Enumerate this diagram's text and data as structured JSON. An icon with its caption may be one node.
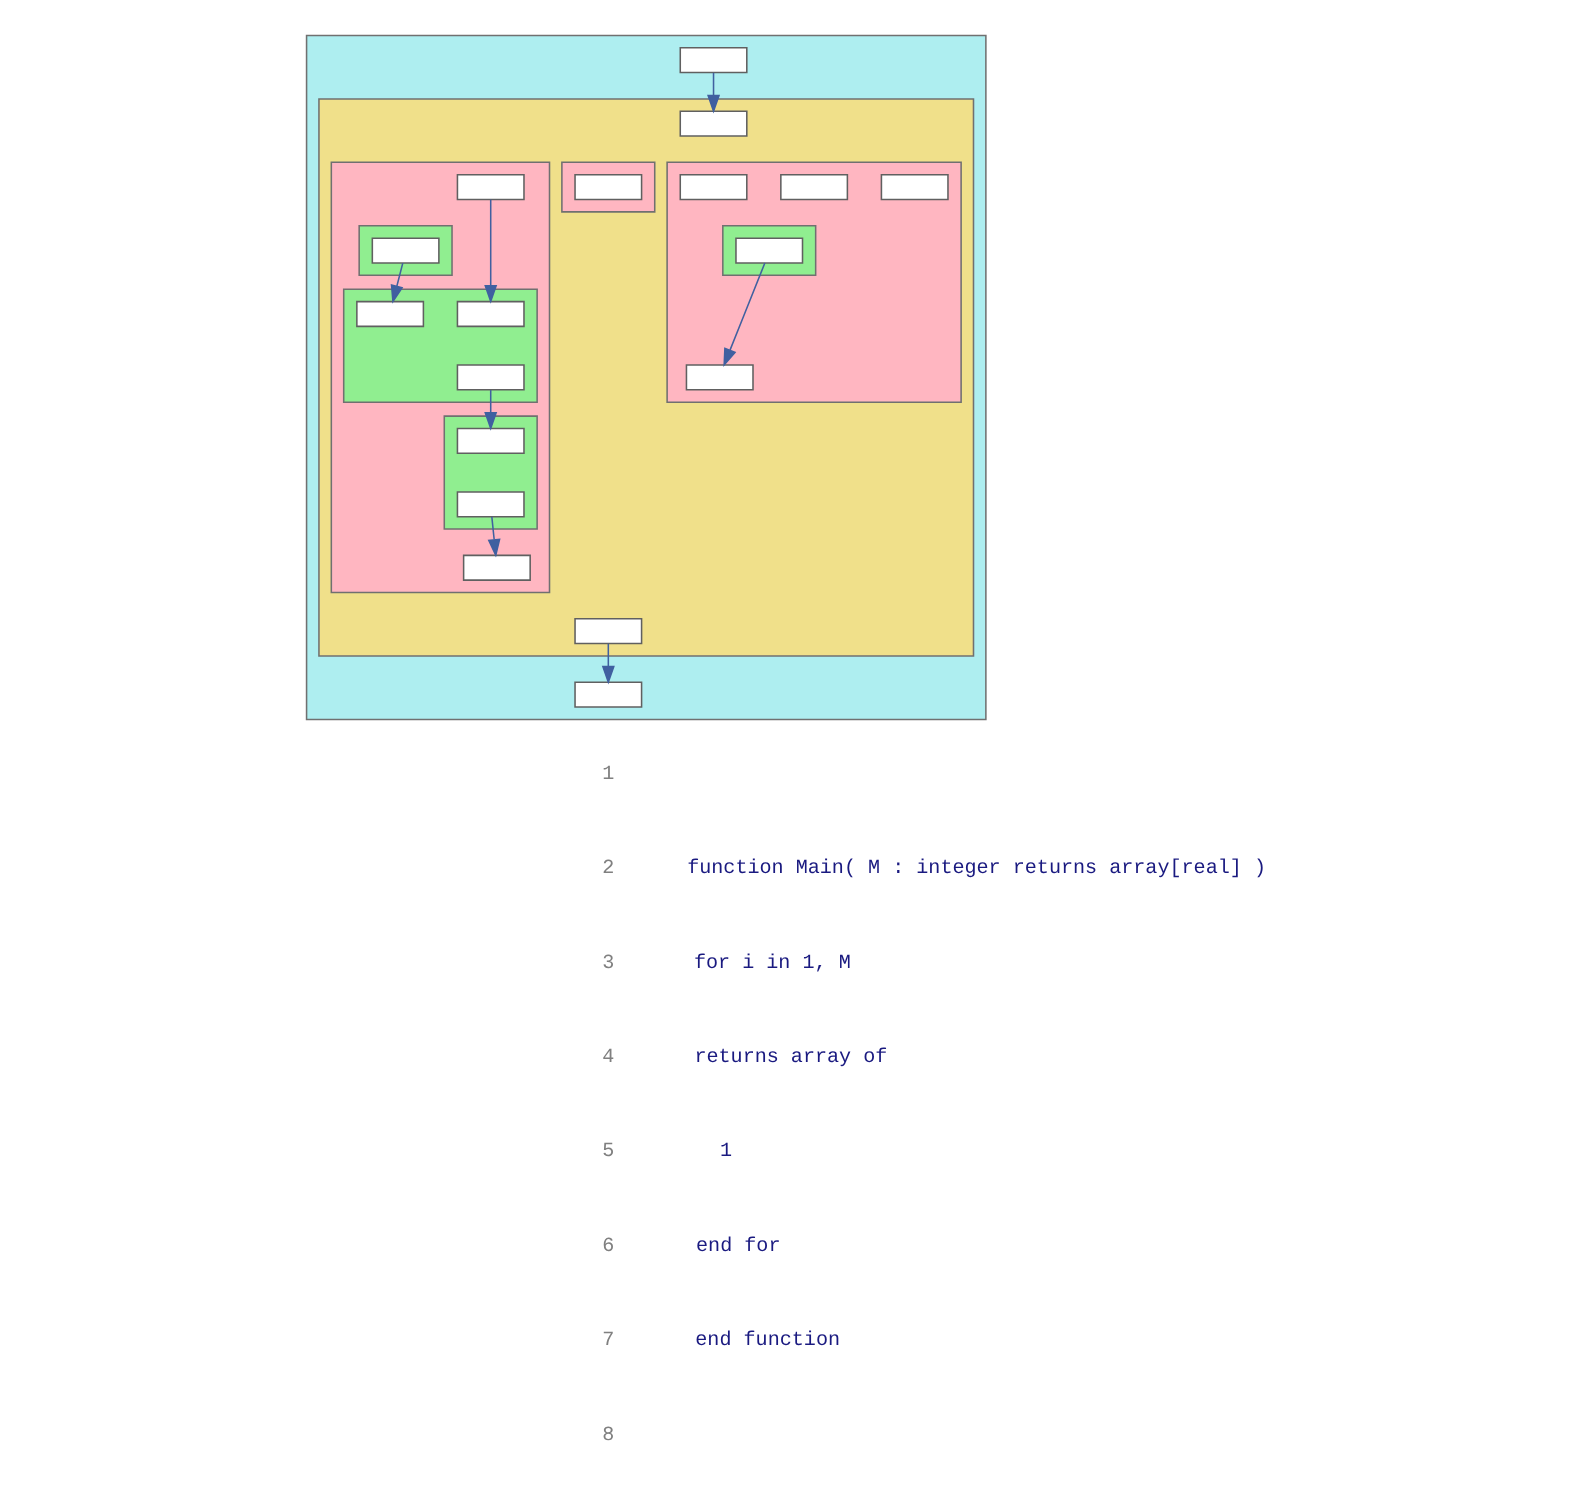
{
  "diagram": {
    "nodes": [
      {
        "text": [],
        "shape": "box"
      },
      {
        "text": [],
        "shape": "box",
        "in": 0
      },
      {
        "text": [],
        "shape": "box",
        "in": 0
      },
      {
        "text": [],
        "shape": "box",
        "in": 2
      },
      {
        "text": [],
        "shape": "box",
        "in": 2
      },
      {
        "text": [],
        "shape": "box",
        "in": 4
      },
      {
        "text": [],
        "shape": "box",
        "in": 4
      },
      {
        "text": [],
        "shape": "box",
        "in": 6
      },
      {
        "text": [],
        "shape": "box",
        "in": 4
      },
      {
        "text": [],
        "shape": "box",
        "in": 8
      },
      {
        "text": [],
        "shape": "box",
        "in": 8
      },
      {
        "text": [],
        "shape": "box",
        "in": 8
      },
      {
        "text": [],
        "shape": "box",
        "in": 4
      },
      {
        "text": [],
        "shape": "box",
        "in": 12
      },
      {
        "text": [],
        "shape": "box",
        "in": 12
      },
      {
        "text": [],
        "shape": "box",
        "in": 4
      },
      {
        "text": [],
        "shape": "box",
        "in": 2
      },
      {
        "text": [],
        "shape": "box",
        "in": 16
      },
      {
        "text": [],
        "shape": "box",
        "in": 2
      },
      {
        "text": [],
        "shape": "box",
        "in": 18
      },
      {
        "text": [],
        "shape": "box",
        "in": 18
      },
      {
        "text": [],
        "shape": "box",
        "in": 18
      },
      {
        "text": [],
        "shape": "box",
        "in": 18
      },
      {
        "text": [],
        "shape": "box",
        "in": 22
      },
      {
        "text": [],
        "shape": "box",
        "in": 18
      },
      {
        "text": [],
        "shape": "box",
        "in": 2
      },
      {
        "text": [],
        "shape": "box",
        "in": 0
      }
    ],
    "edges": [
      {
        "from": 1,
        "to": 3,
        "arrow": "to"
      },
      {
        "from": 5,
        "to": 10,
        "arrow": "to"
      },
      {
        "from": 7,
        "to": 9,
        "arrow": "to"
      },
      {
        "from": 11,
        "to": 13,
        "arrow": "to"
      },
      {
        "from": 14,
        "to": 15,
        "arrow": "to"
      },
      {
        "from": 23,
        "to": 24,
        "arrow": "to"
      },
      {
        "from": 25,
        "to": 26,
        "arrow": "to"
      }
    ],
    "labels": [
      "1",
      "2",
      "function Main( M : integer returns array[real] )",
      "3",
      "for i in 1, M",
      "4",
      "returns array of",
      "5",
      "1",
      "6",
      "end for",
      "7",
      "end function",
      "8"
    ]
  }
}
